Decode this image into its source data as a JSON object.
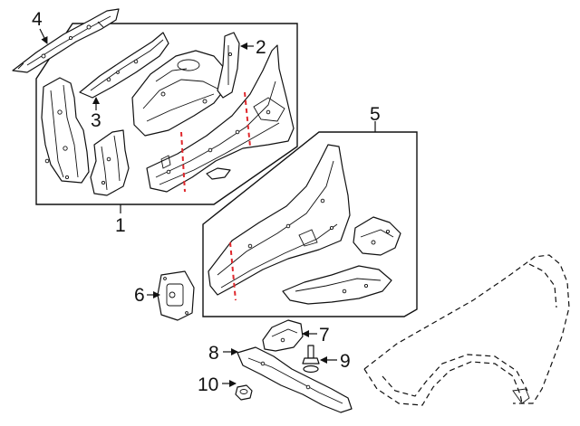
{
  "callouts": {
    "c1": "1",
    "c2": "2",
    "c3": "3",
    "c4": "4",
    "c5": "5",
    "c6": "6",
    "c7": "7",
    "c8": "8",
    "c9": "9",
    "c10": "10"
  },
  "colors": {
    "line": "#111111",
    "cut_line": "#e0282d",
    "background": "#ffffff"
  }
}
